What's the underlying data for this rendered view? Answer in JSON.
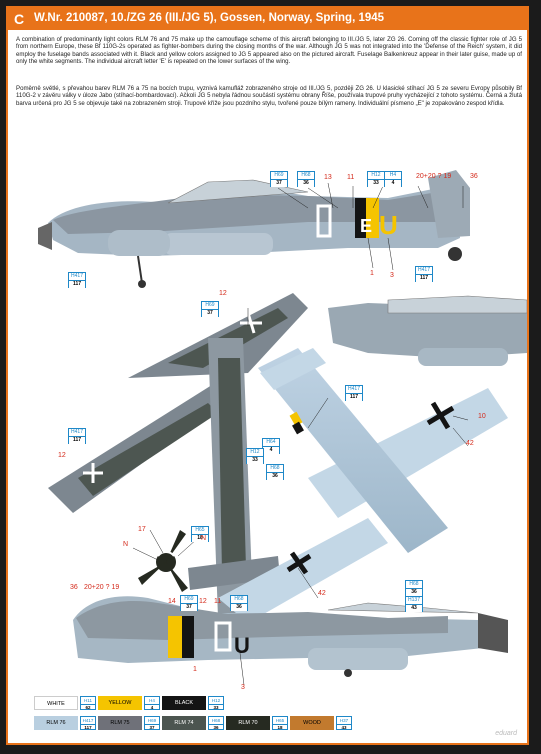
{
  "header": {
    "letter": "C",
    "title": "W.Nr. 210087, 10./ZG 26 (III./JG 5), Gossen, Norway, Spring, 1945"
  },
  "paragraphs": [
    "A combination of predominantly light colors RLM 76 and 75 make up the camouflage scheme of this aircraft belonging to III./JG 5, later ZG 26. Coming off the classic fighter role of JG 5 from northern Europe, these Bf 110G-2s operated as fighter-bombers during the closing months of the war. Although JG 5 was not integrated into the 'Defense of the Reich' system, it did employ the fuselage bands associated with it. Black and yellow colors assigned to JG 5 appeared also on the pictured aircraft. Fuselage Balkenkreuz appear in their later guise, made up of only the white segments. The individual aircraft letter 'E' is repeated on the lower surfaces of the wing.",
    "Poměrně světlé, s převahou barev RLM 76 a 75 na bocích trupu, vyznivá kamufláž zobrazeného stroje od III./JG 5, později ZG 26. U klasické stíhací JG 5 ze severu Evropy působily Bf 110G-2 v závěru války v úloze Jabo (stíhací-bombardovací). Ačkoli JG 5 nebyla řádnou součástí systému obrany Říše, používala trupové pruhy vycházející z tohoto systému. Černá a žlutá barva určená pro JG 5 se objevuje také na zobrazeném stroji. Trupové kříže jsou pozdního stylu, tvořené pouze bílým rameny. Individuální písmeno „E\" je zopakováno zespod křídla."
  ],
  "callouts": [
    {
      "top": "H69",
      "bottom": "37"
    },
    {
      "top": "H68",
      "bottom": "36"
    },
    {
      "top": "H12",
      "bottom": "33"
    },
    {
      "top": "H4",
      "bottom": "4"
    },
    {
      "top": "H417",
      "bottom": "117"
    },
    {
      "top": "H417",
      "bottom": "117"
    },
    {
      "top": "H69",
      "bottom": "37"
    },
    {
      "top": "H417",
      "bottom": "117"
    },
    {
      "top": "H64",
      "bottom": "4"
    },
    {
      "top": "H12",
      "bottom": "33"
    },
    {
      "top": "H68",
      "bottom": "36"
    },
    {
      "top": "H417",
      "bottom": "117"
    },
    {
      "top": "H65",
      "bottom": "18"
    },
    {
      "top": "H68",
      "bottom": "36"
    },
    {
      "top": "H137",
      "bottom": "43"
    },
    {
      "top": "H69",
      "bottom": "37"
    },
    {
      "top": "H68",
      "bottom": "36"
    }
  ],
  "labels": {
    "n13": "13",
    "n11": "11",
    "n20": "20+20 ? 19",
    "n36": "36",
    "n1": "1",
    "n3": "3",
    "n12a": "12",
    "n10": "10",
    "n42a": "42",
    "n12b": "12",
    "n17": "17",
    "nN1": "N",
    "nN2": "N",
    "n42b": "42",
    "n36b": "36",
    "n20b": "20+20 ? 19",
    "n14": "14",
    "n12c": "12",
    "n11b": "11",
    "n1b": "1",
    "n3b": "3"
  },
  "legend": [
    {
      "name": "WHITE",
      "code_top": "H11",
      "code_bottom": "62",
      "bg": "#ffffff",
      "fg": "#000000"
    },
    {
      "name": "YELLOW",
      "code_top": "H4",
      "code_bottom": "4",
      "bg": "#f5c400",
      "fg": "#000000"
    },
    {
      "name": "BLACK",
      "code_top": "H12",
      "code_bottom": "33",
      "bg": "#141414",
      "fg": "#ffffff"
    },
    {
      "name": "RLM 76",
      "code_top": "H417",
      "code_bottom": "117",
      "bg": "#b9cfe0",
      "fg": "#000000"
    },
    {
      "name": "RLM 75",
      "code_top": "H69",
      "code_bottom": "37",
      "bg": "#6f7179",
      "fg": "#000000"
    },
    {
      "name": "RLM 74",
      "code_top": "H68",
      "code_bottom": "36",
      "bg": "#4c5550",
      "fg": "#ffffff"
    },
    {
      "name": "RLM 70",
      "code_top": "H65",
      "code_bottom": "18",
      "bg": "#262a21",
      "fg": "#ffffff"
    },
    {
      "name": "WOOD",
      "code_top": "H37",
      "code_bottom": "43",
      "bg": "#c27a2e",
      "fg": "#000000"
    }
  ],
  "footer": "eduard",
  "colors": {
    "accent": "#e8731a",
    "code_blue": "#1e88c8",
    "red_callout": "#d42a1b"
  }
}
